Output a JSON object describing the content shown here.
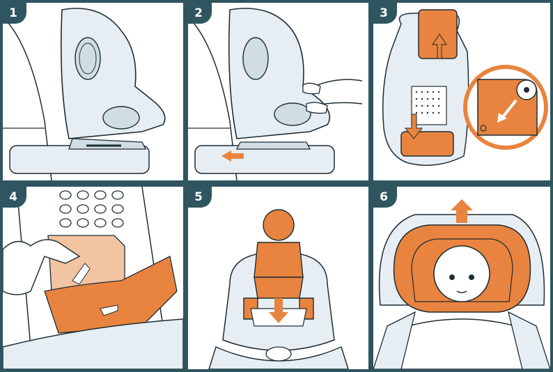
{
  "figure": {
    "frame_color": "#2e5560",
    "accent_color": "#e8843f",
    "accent_light": "#f2c4a1",
    "line_color": "#1e2c33",
    "seat_fill": "#e6eef3",
    "panels": [
      {
        "number": "1"
      },
      {
        "number": "2"
      },
      {
        "number": "3"
      },
      {
        "number": "4"
      },
      {
        "number": "5"
      },
      {
        "number": "6"
      }
    ]
  }
}
